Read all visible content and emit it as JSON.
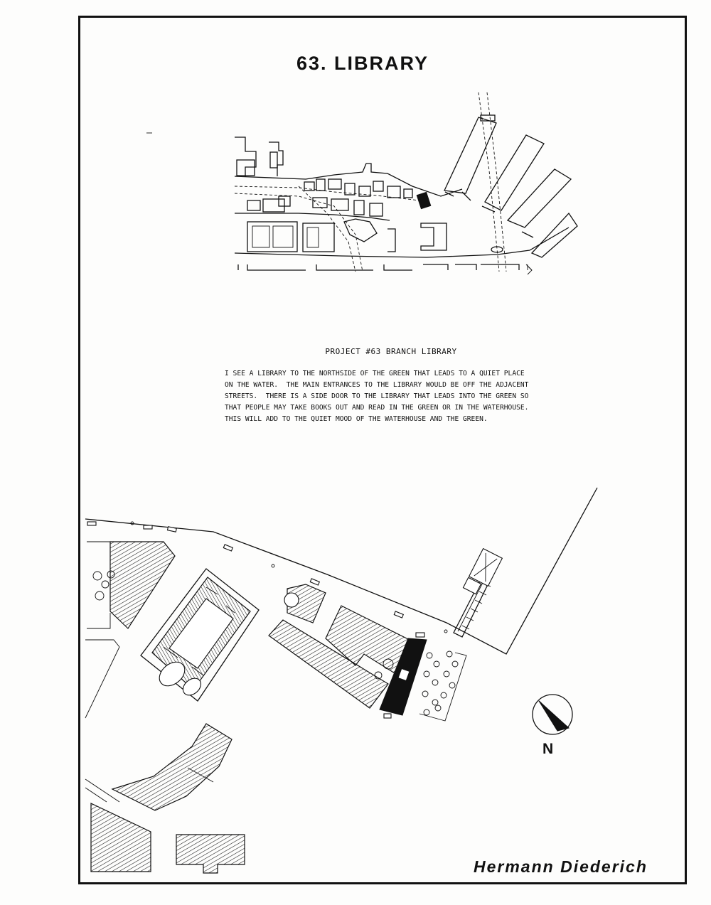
{
  "title": "63. LIBRARY",
  "project_heading": "PROJECT #63 BRANCH LIBRARY",
  "description_lines": [
    "I SEE A LIBRARY TO THE NORTHSIDE OF THE GREEN THAT LEADS TO A QUIET PLACE",
    "ON THE WATER.  THE MAIN ENTRANCES TO THE LIBRARY WOULD BE OFF THE ADJACENT",
    "STREETS.  THERE IS A SIDE DOOR TO THE LIBRARY THAT LEADS INTO THE GREEN SO",
    "THAT PEOPLE MAY TAKE BOOKS OUT AND READ IN THE GREEN OR IN THE WATERHOUSE.",
    "THIS WILL ADD TO THE QUIET MOOD OF THE WATERHOUSE AND THE GREEN."
  ],
  "north_label": "N",
  "author": "Hermann Diederich",
  "colors": {
    "ink": "#111111",
    "paper": "#fdfdfc"
  }
}
